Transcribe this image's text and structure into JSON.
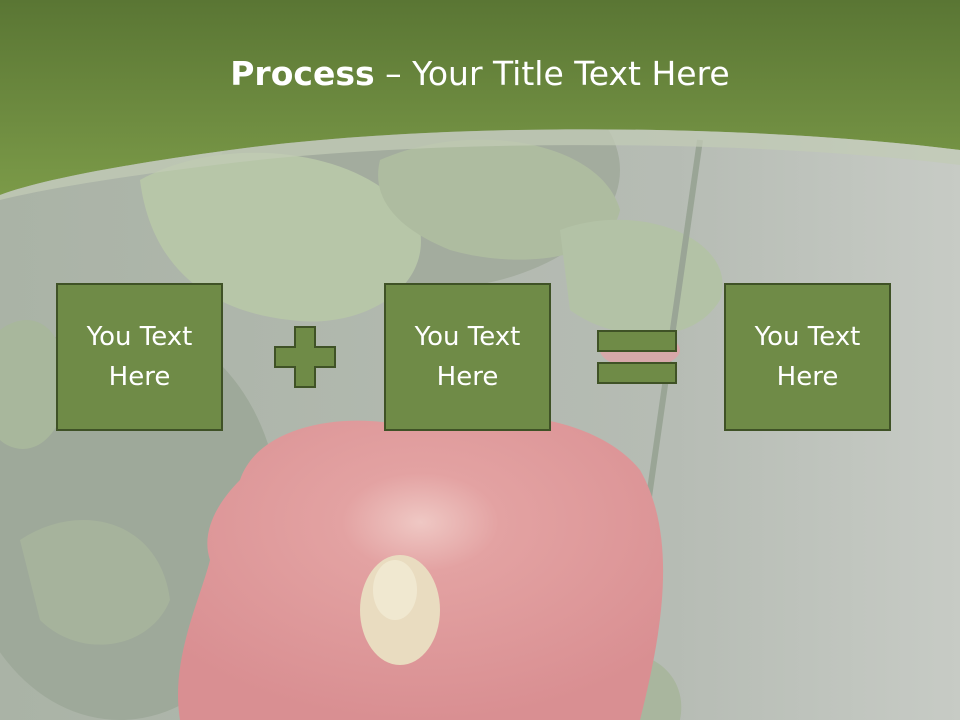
{
  "slide": {
    "title_bold": "Process",
    "title_rest": " – Your Title Text Here",
    "boxes": [
      {
        "text": "You Text Here"
      },
      {
        "text": "You Text Here"
      },
      {
        "text": "You Text Here"
      }
    ],
    "operators": [
      "plus-icon",
      "equals-icon"
    ]
  },
  "colors": {
    "header_green": "#5f7d36",
    "box_fill": "#6f8b47",
    "box_border": "#3f5226"
  }
}
